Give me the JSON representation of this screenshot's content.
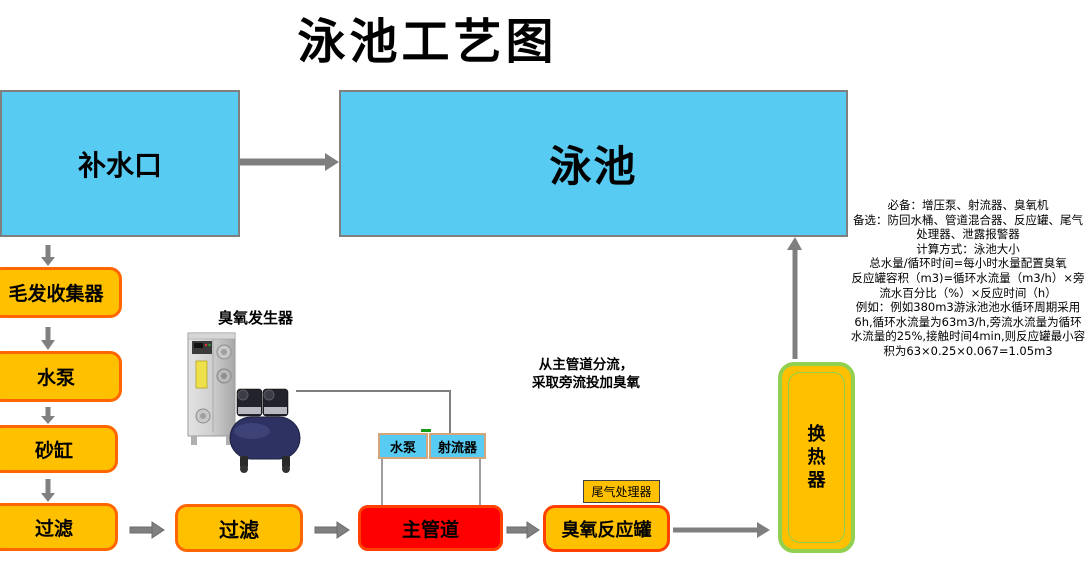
{
  "title": "泳池工艺图",
  "nodes": {
    "water_inlet": "补水口",
    "pool": "泳池",
    "hair_collector": "毛发收集器",
    "water_pump": "水泵",
    "sand_tank": "砂缸",
    "filter_left": "过滤",
    "filter_mid": "过滤",
    "main_pipe": "主管道",
    "booster_pump": "水泵",
    "jet_device": "射流器",
    "tail_gas_processor": "尾气处理器",
    "ozone_reaction_tank": "臭氧反应罐",
    "heat_exchanger": "换热器",
    "ozone_generator": "臭氧发生器"
  },
  "annotations": {
    "bypass_line1": "从主管道分流，",
    "bypass_line2": "采取旁流投加臭氧",
    "info_lines": [
      "必备：增压泵、射流器、臭氧机",
      "备选：防回水桶、管道混合器、反应罐、尾气处理器、泄露报警器",
      "计算方式：泳池大小",
      "总水量/循环时间=每小时水量配置臭氧",
      "反应罐容积（m3)=循环水流量（m3/h）×旁流水百分比（%）×反应时间（h）",
      "例如：例如380m3游泳池池水循环周期采用6h,循环水流量为63m3/h,旁流水流量为循环水流量的25%,接触时间4min,则反应罐最小容积为63×0.25×0.067=1.05m3"
    ]
  },
  "colors": {
    "box_cyan": "#57CBF2",
    "box_orange": "#FFC000",
    "orange_border": "#FF6600",
    "red_fill": "#FF0000",
    "red_border": "#FF4000",
    "green_border": "#92D050",
    "connector_gray": "#7F7F7F",
    "small_box_border": "#D2A679",
    "green_tick": "#169B16"
  }
}
